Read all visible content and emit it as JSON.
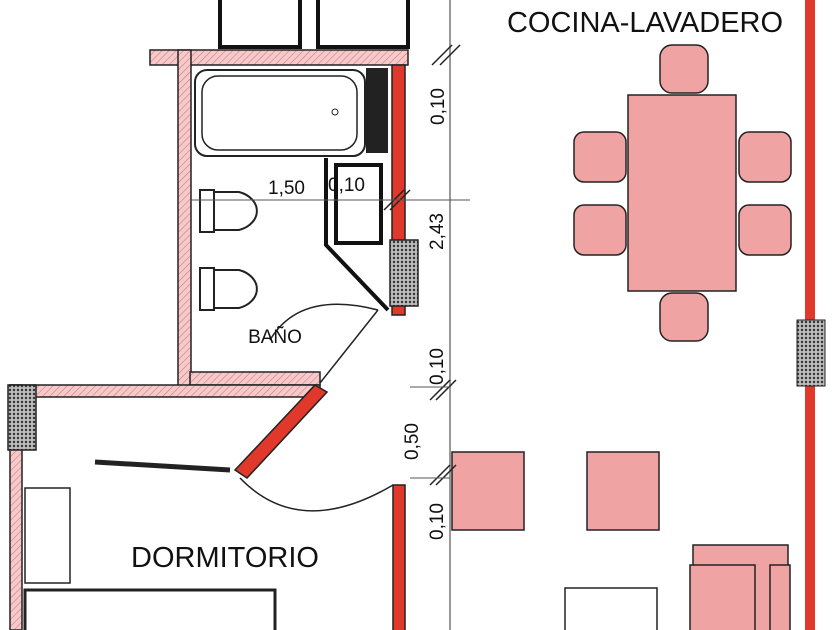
{
  "rooms": {
    "kitchen": "COCINA-LAVADERO",
    "bathroom": "BAÑO",
    "bedroom": "DORMITORIO"
  },
  "dimensions": {
    "top_right_a": "0,10",
    "bath_width": "1,50",
    "bath_wall": "0,10",
    "bath_height": "2,43",
    "mid_a": "0,10",
    "mid_b": "0,50",
    "mid_c": "0,10"
  },
  "colors": {
    "wall_red": "#e0392b",
    "furniture_pink": "#f0a3a3",
    "hatch_pink": "#f4c2c2",
    "column_gray": "#8a8a8a"
  }
}
